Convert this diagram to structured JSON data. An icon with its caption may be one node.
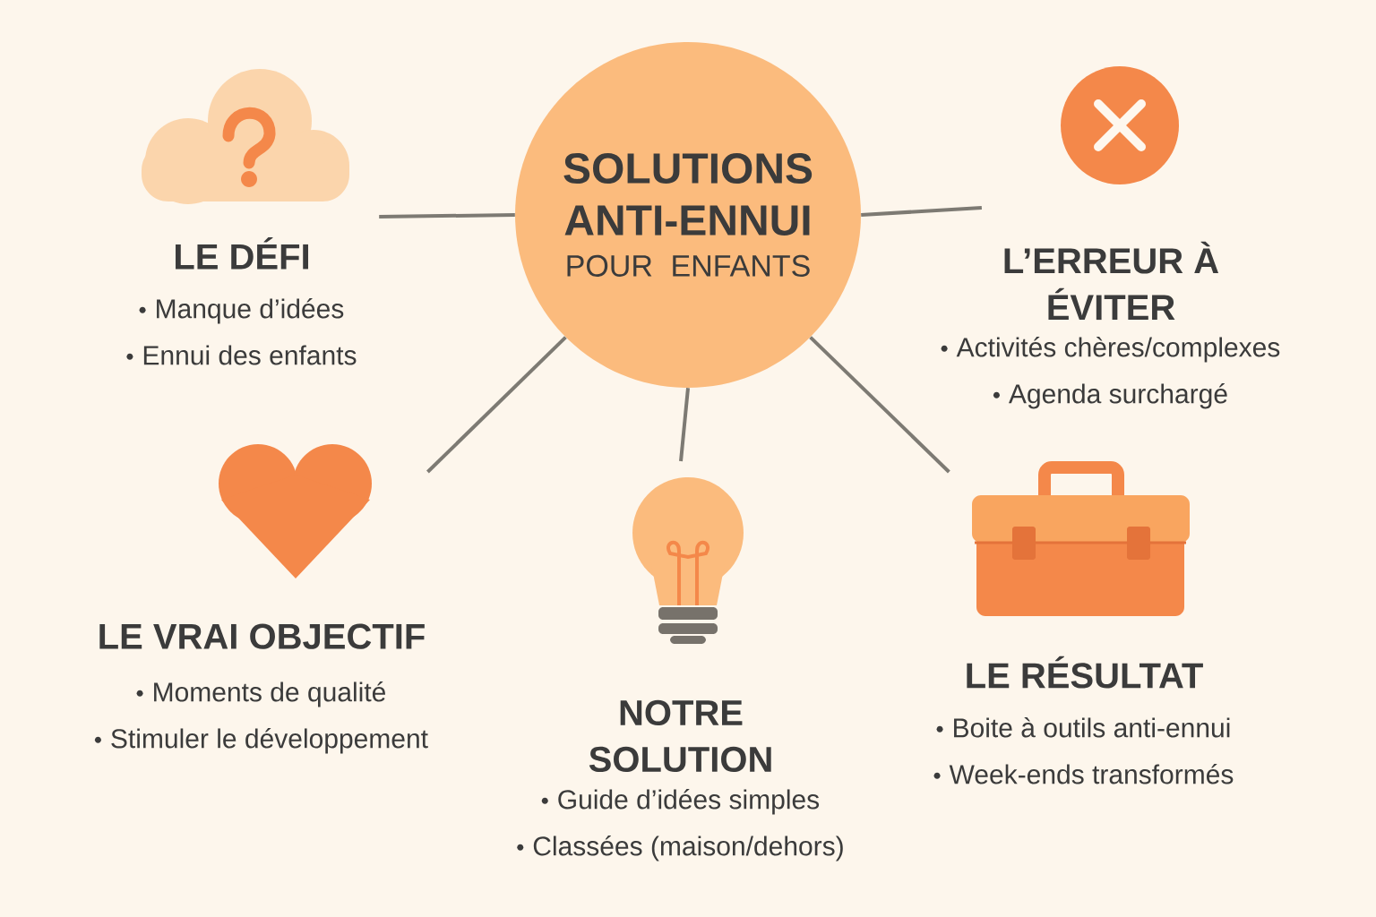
{
  "diagram": {
    "nodes": [
      {
        "text": [
          "SOLUTIONS ANTI-ENNUI",
          "POUR ENFANTS"
        ]
      },
      {
        "text": [
          "LE DÉFI",
          "Manque d’idées",
          "Ennui des enfants"
        ]
      },
      {
        "text": [
          "L’ERREUR À ÉVITER",
          "Activités chères/complexes",
          "Agenda surchargé"
        ]
      },
      {
        "text": [
          "LE VRAI OBJECTIF",
          "Moments de qualité",
          "Stimuler le développement"
        ]
      },
      {
        "text": [
          "NOTRE SOLUTION",
          "Guide d’idées simples",
          "Classées (maison/dehors)"
        ]
      },
      {
        "text": [
          "LE RÉSULTAT",
          "Boite à outils anti-ennui",
          "Week-ends transformés"
        ]
      }
    ],
    "edges": [
      {
        "from": 0,
        "to": 1,
        "arrow": "none"
      },
      {
        "from": 0,
        "to": 2,
        "arrow": "none"
      },
      {
        "from": 0,
        "to": 3,
        "arrow": "none"
      },
      {
        "from": 0,
        "to": 4,
        "arrow": "none"
      },
      {
        "from": 0,
        "to": 5,
        "arrow": "none"
      }
    ]
  }
}
